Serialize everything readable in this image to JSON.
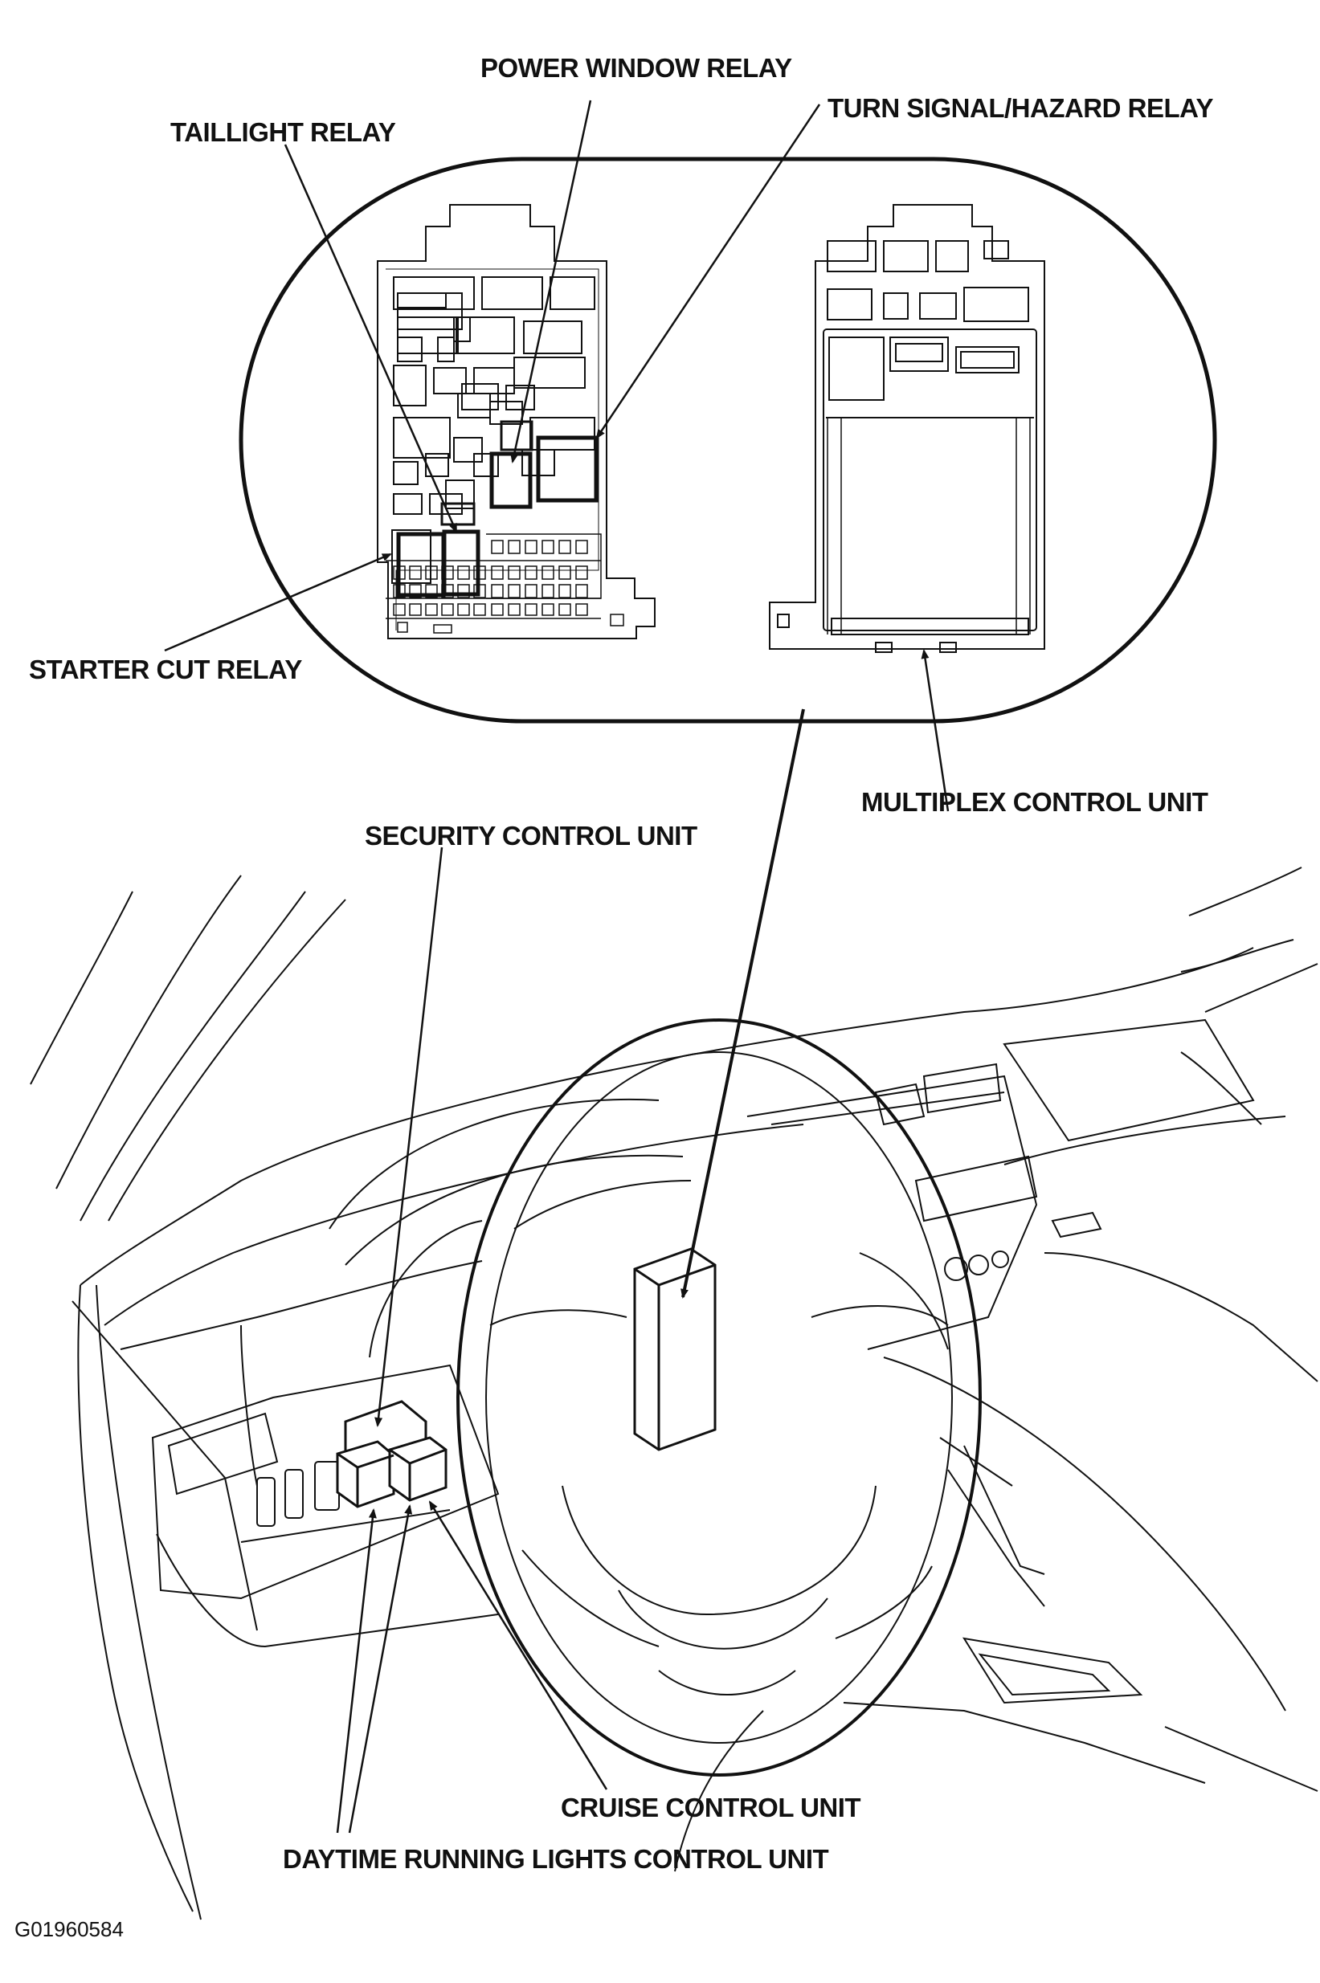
{
  "labels": {
    "power_window_relay": "POWER WINDOW RELAY",
    "turn_signal_hazard_relay": "TURN SIGNAL/HAZARD RELAY",
    "taillight_relay": "TAILLIGHT RELAY",
    "starter_cut_relay": "STARTER CUT RELAY",
    "multiplex_control_unit": "MULTIPLEX CONTROL UNIT",
    "security_control_unit": "SECURITY CONTROL UNIT",
    "cruise_control_unit": "CRUISE CONTROL UNIT",
    "daytime_running_lights_control_unit": "DAYTIME RUNNING LIGHTS CONTROL UNIT"
  },
  "figure_code": "G01960584"
}
